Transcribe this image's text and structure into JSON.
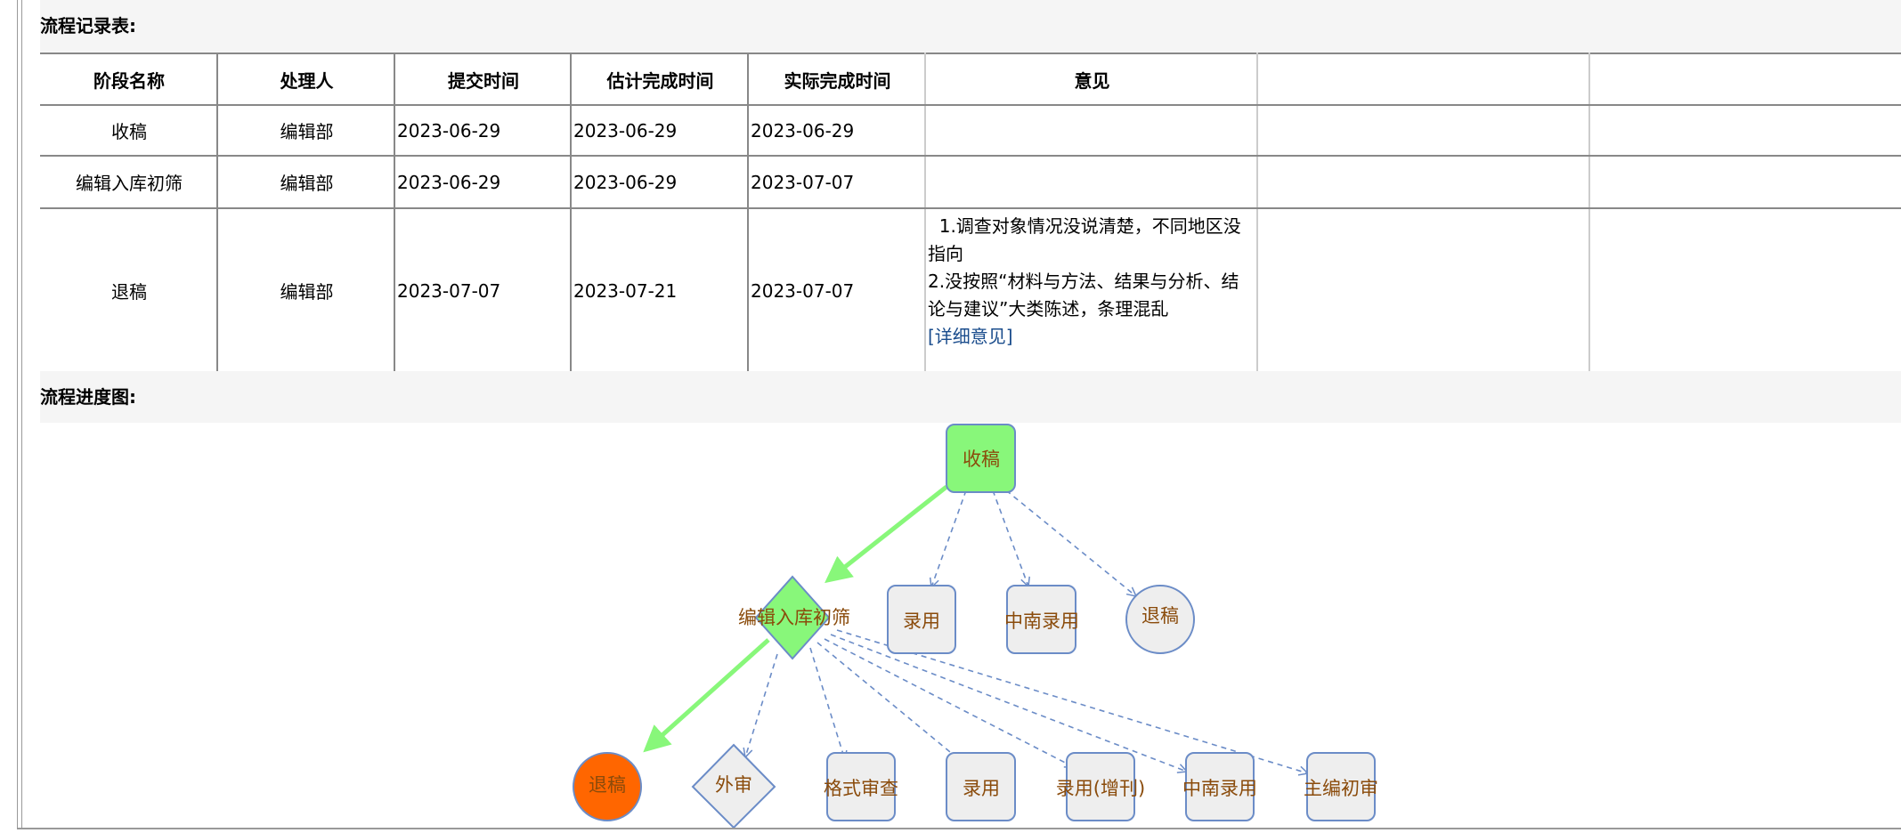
{
  "record_section": {
    "title": "流程记录表:"
  },
  "table": {
    "headers": [
      "阶段名称",
      "处理人",
      "提交时间",
      "估计完成时间",
      "实际完成时间",
      "意见",
      "",
      ""
    ],
    "rows": [
      {
        "stage": "收稿",
        "handler": "编辑部",
        "submitted": "2023-06-29",
        "estimated": "2023-06-29",
        "actual": "2023-06-29",
        "opinion": "",
        "link": ""
      },
      {
        "stage": "编辑入库初筛",
        "handler": "编辑部",
        "submitted": "2023-06-29",
        "estimated": "2023-06-29",
        "actual": "2023-07-07",
        "opinion": "",
        "link": ""
      },
      {
        "stage": "退稿",
        "handler": "编辑部",
        "submitted": "2023-07-07",
        "estimated": "2023-07-21",
        "actual": "2023-07-07",
        "opinion": "  1.调查对象情况没说清楚，不同地区没指向\n2.没按照“材料与方法、结果与分析、结论与建议”大类陈述，条理混乱",
        "link": "[详细意见]"
      }
    ]
  },
  "progress_section": {
    "title": "流程进度图:"
  },
  "diagram": {
    "colors": {
      "done": "#88f77a",
      "current": "#ff6600",
      "pending": "#eeeeee",
      "border": "#6b8cc7",
      "label": "#8a4b0b"
    },
    "nodes": {
      "receive": "收稿",
      "screen": "编辑入库初筛",
      "accept1": "录用",
      "zn1": "中南录用",
      "reject1": "退稿",
      "reject2": "退稿",
      "external": "外审",
      "format": "格式审查",
      "accept2": "录用",
      "supplement": "录用(增刊)",
      "zn2": "中南录用",
      "chief": "主编初审"
    }
  }
}
